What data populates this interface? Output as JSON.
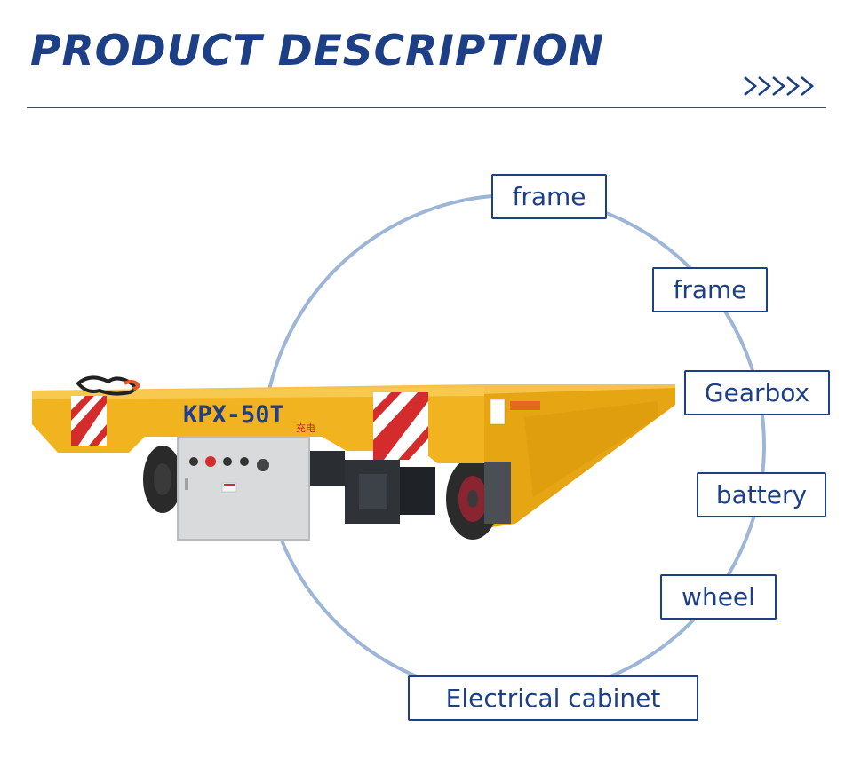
{
  "header": {
    "title": "PRODUCT DESCRIPTION",
    "arrow_icon": "chevrons-right-icon"
  },
  "product": {
    "model": "KPX-50T",
    "side_text": "充电",
    "body_color": "#f0b020",
    "cabinet_color": "#d8d8d8"
  },
  "labels": [
    {
      "text": "frame"
    },
    {
      "text": "frame"
    },
    {
      "text": "Gearbox"
    },
    {
      "text": "battery"
    },
    {
      "text": "wheel"
    },
    {
      "text": "Electrical cabinet"
    }
  ],
  "colors": {
    "accent": "#1d3f86",
    "circle": "#9db6d8"
  }
}
